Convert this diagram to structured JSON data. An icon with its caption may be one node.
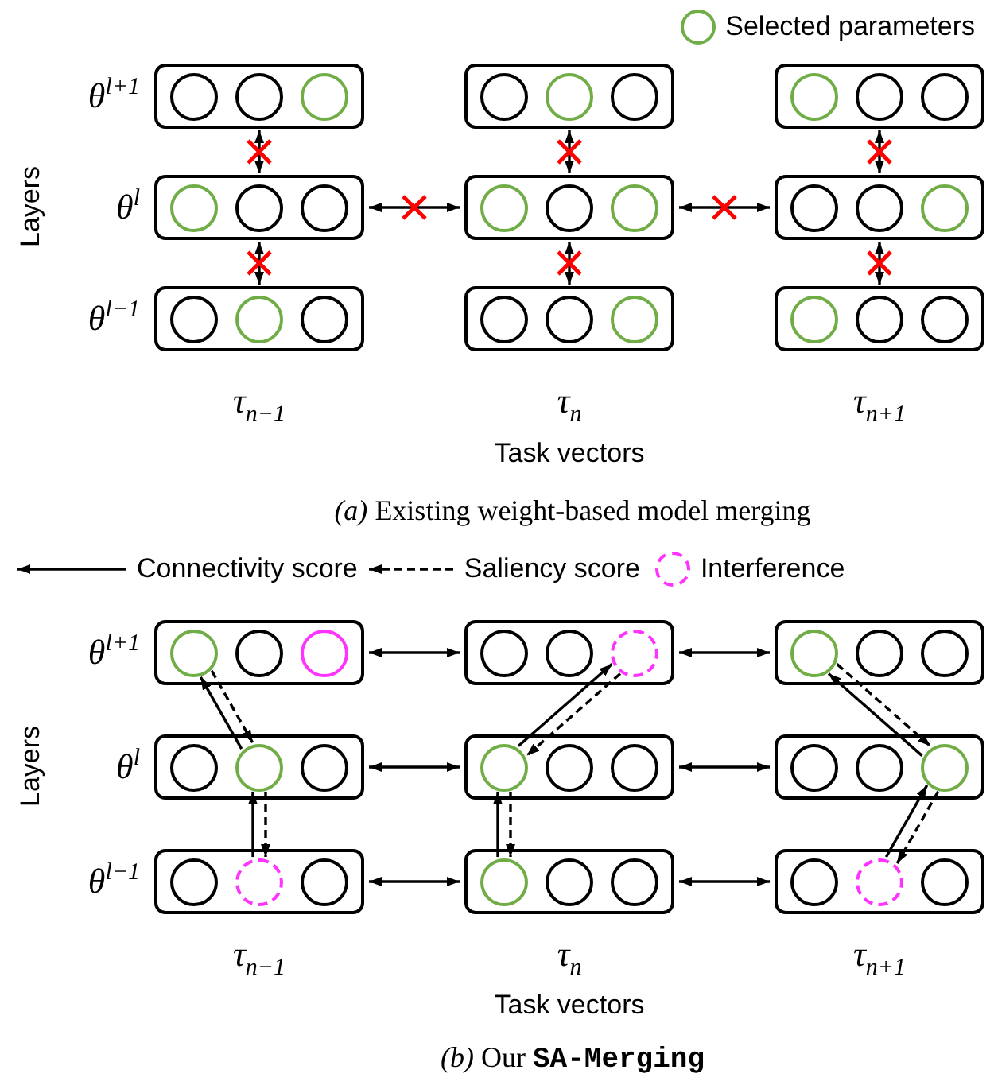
{
  "diagram": {
    "nodes": [
      {
        "text": [],
        "shape": "box"
      },
      {
        "text": [],
        "shape": "circle",
        "in": 0
      },
      {
        "text": [],
        "shape": "circle",
        "in": 0
      },
      {
        "text": [],
        "shape": "circle",
        "in": 0
      },
      {
        "text": [],
        "shape": "box"
      },
      {
        "text": [],
        "shape": "circle",
        "in": 4
      },
      {
        "text": [],
        "shape": "circle",
        "in": 4
      },
      {
        "text": [],
        "shape": "circle",
        "in": 4
      },
      {
        "text": [],
        "shape": "box"
      },
      {
        "text": [],
        "shape": "circle",
        "in": 8
      },
      {
        "text": [],
        "shape": "circle",
        "in": 8
      },
      {
        "text": [],
        "shape": "circle",
        "in": 8
      },
      {
        "text": [],
        "shape": "box"
      },
      {
        "text": [],
        "shape": "circle",
        "in": 12
      },
      {
        "text": [],
        "shape": "circle",
        "in": 12
      },
      {
        "text": [],
        "shape": "circle",
        "in": 12
      },
      {
        "text": [],
        "shape": "box"
      },
      {
        "text": [],
        "shape": "circle",
        "in": 16
      },
      {
        "text": [],
        "shape": "circle",
        "in": 16
      },
      {
        "text": [],
        "shape": "circle",
        "in": 16
      },
      {
        "text": [],
        "shape": "box"
      },
      {
        "text": [],
        "shape": "circle",
        "in": 20
      },
      {
        "text": [],
        "shape": "circle",
        "in": 20
      },
      {
        "text": [],
        "shape": "circle",
        "in": 20
      },
      {
        "text": [],
        "shape": "box"
      },
      {
        "text": [],
        "shape": "circle",
        "in": 24
      },
      {
        "text": [],
        "shape": "circle",
        "in": 24
      },
      {
        "text": [],
        "shape": "circle",
        "in": 24
      },
      {
        "text": [],
        "shape": "box"
      },
      {
        "text": [],
        "shape": "circle",
        "in": 28
      },
      {
        "text": [],
        "shape": "circle",
        "in": 28
      },
      {
        "text": [],
        "shape": "circle",
        "in": 28
      },
      {
        "text": [],
        "shape": "box"
      },
      {
        "text": [],
        "shape": "circle",
        "in": 32
      },
      {
        "text": [],
        "shape": "circle",
        "in": 32
      },
      {
        "text": [],
        "shape": "circle",
        "in": 32
      },
      {
        "text": [],
        "shape": "box"
      },
      {
        "text": [],
        "shape": "circle",
        "in": 36
      },
      {
        "text": [],
        "shape": "circle",
        "in": 36
      },
      {
        "text": [],
        "shape": "circle",
        "in": 36
      },
      {
        "text": [],
        "shape": "box"
      },
      {
        "text": [],
        "shape": "circle",
        "in": 40
      },
      {
        "text": [],
        "shape": "circle",
        "in": 40
      },
      {
        "text": [],
        "shape": "circle",
        "in": 40
      },
      {
        "text": [],
        "shape": "box"
      },
      {
        "text": [],
        "shape": "circle",
        "in": 44
      },
      {
        "text": [],
        "shape": "circle",
        "in": 44
      },
      {
        "text": [],
        "shape": "circle",
        "in": 44
      },
      {
        "text": [],
        "shape": "box"
      },
      {
        "text": [],
        "shape": "circle",
        "in": 48
      },
      {
        "text": [],
        "shape": "circle",
        "in": 48
      },
      {
        "text": [],
        "shape": "circle",
        "in": 48
      },
      {
        "text": [],
        "shape": "box"
      },
      {
        "text": [],
        "shape": "circle",
        "in": 52
      },
      {
        "text": [],
        "shape": "circle",
        "in": 52
      },
      {
        "text": [],
        "shape": "circle",
        "in": 52
      },
      {
        "text": [],
        "shape": "box"
      },
      {
        "text": [],
        "shape": "circle",
        "in": 56
      },
      {
        "text": [],
        "shape": "circle",
        "in": 56
      },
      {
        "text": [],
        "shape": "circle",
        "in": 56
      },
      {
        "text": [],
        "shape": "box"
      },
      {
        "text": [],
        "shape": "circle",
        "in": 60
      },
      {
        "text": [],
        "shape": "circle",
        "in": 60
      },
      {
        "text": [],
        "shape": "circle",
        "in": 60
      },
      {
        "text": [],
        "shape": "box"
      },
      {
        "text": [],
        "shape": "circle",
        "in": 64
      },
      {
        "text": [],
        "shape": "circle",
        "in": 64
      },
      {
        "text": [],
        "shape": "circle",
        "in": 64
      },
      {
        "text": [],
        "shape": "box"
      },
      {
        "text": [],
        "shape": "circle",
        "in": 68
      },
      {
        "text": [],
        "shape": "circle",
        "in": 68
      },
      {
        "text": [],
        "shape": "circle",
        "in": 68
      }
    ],
    "edges": [
      {
        "from": 0,
        "to": 12,
        "arrow": "both"
      },
      {
        "from": 12,
        "to": 24,
        "arrow": "both"
      },
      {
        "from": 4,
        "to": 16,
        "arrow": "both"
      },
      {
        "from": 16,
        "to": 28,
        "arrow": "both"
      },
      {
        "from": 8,
        "to": 20,
        "arrow": "both"
      },
      {
        "from": 20,
        "to": 32,
        "arrow": "both"
      },
      {
        "from": 12,
        "to": 16,
        "arrow": "both"
      },
      {
        "from": 16,
        "to": 20,
        "arrow": "both"
      },
      {
        "from": 36,
        "to": 40,
        "arrow": "both"
      },
      {
        "from": 40,
        "to": 44,
        "arrow": "both"
      },
      {
        "from": 48,
        "to": 52,
        "arrow": "both"
      },
      {
        "from": 52,
        "to": 56,
        "arrow": "both"
      },
      {
        "from": 60,
        "to": 64,
        "arrow": "both"
      },
      {
        "from": 64,
        "to": 68,
        "arrow": "both"
      },
      {
        "from": 50,
        "to": 37,
        "arrow": "to"
      },
      {
        "from": 37,
        "to": 50,
        "arrow": "to",
        "style": "dashed"
      },
      {
        "from": 62,
        "to": 50,
        "arrow": "to"
      },
      {
        "from": 50,
        "to": 62,
        "arrow": "to",
        "style": "dashed"
      },
      {
        "from": 53,
        "to": 43,
        "arrow": "to"
      },
      {
        "from": 43,
        "to": 53,
        "arrow": "to",
        "style": "dashed"
      },
      {
        "from": 65,
        "to": 53,
        "arrow": "to"
      },
      {
        "from": 53,
        "to": 65,
        "arrow": "to",
        "style": "dashed"
      },
      {
        "from": 59,
        "to": 45,
        "arrow": "to"
      },
      {
        "from": 45,
        "to": 59,
        "arrow": "to",
        "style": "dashed"
      },
      {
        "from": 70,
        "to": 59,
        "arrow": "to"
      },
      {
        "from": 59,
        "to": 70,
        "arrow": "to",
        "style": "dashed"
      }
    ],
    "labels": [
      "*θ*$^{l+1}$",
      "Layers",
      "*θ*$^{l}$",
      "*θ*$^{l−1}$",
      "*τ*$_{n−1}$",
      "*τ*$_{n}$",
      "*τ*$_{n+1}$",
      "Task vectors",
      "*(a)* Existing weight-based model merging",
      "*θ*$^{l+1}$",
      "Layers",
      "*θ*$^{l}$",
      "*θ*$^{l−1}$",
      "*τ*$_{n−1}$",
      "*τ*$_{n}$",
      "*τ*$_{n+1}$",
      "Task vectors",
      "*(b)* Our **SA-Merging**"
    ],
    "legend": [
      {
        "text": "Selected parameters"
      },
      {
        "text": "Connectivity score"
      },
      {
        "text": "Saliency score"
      },
      {
        "text": "Interference"
      }
    ]
  }
}
